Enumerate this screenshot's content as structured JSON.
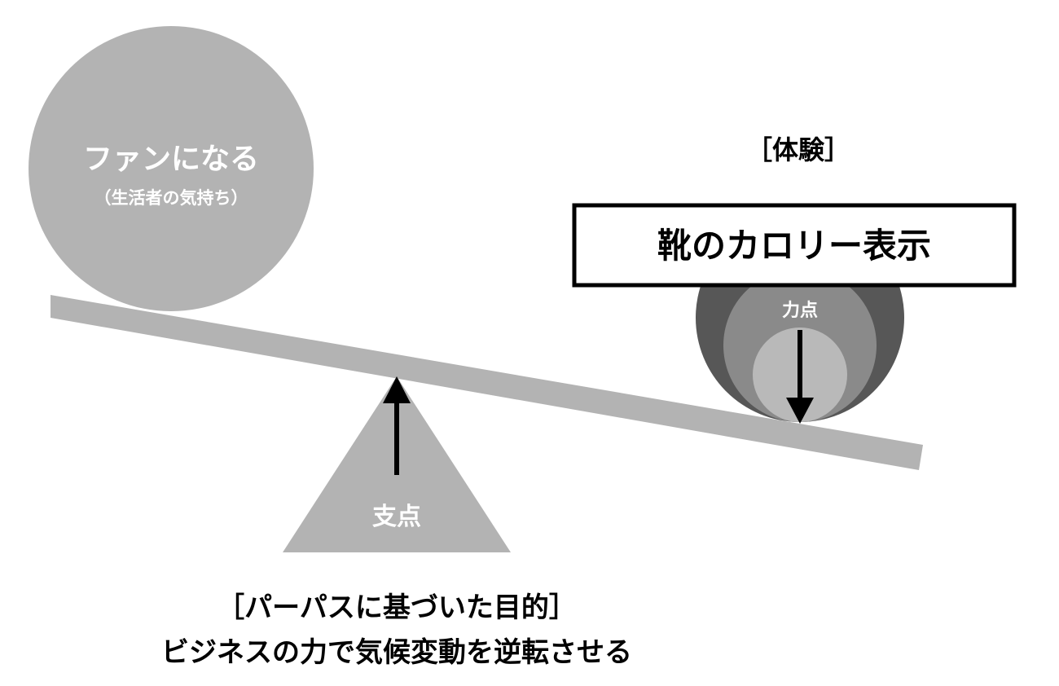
{
  "colors": {
    "grey": "#b3b3b3",
    "dark": "#575757",
    "mid": "#8a8a8a",
    "light": "#b9b9b9",
    "black": "#000000",
    "white": "#ffffff"
  },
  "load": {
    "title": "ファンになる",
    "subtitle": "（生活者の気持ち）"
  },
  "effort": {
    "bracket_label": "［体験］",
    "box_label": "靴のカロリー表示",
    "point_label": "力点"
  },
  "fulcrum": {
    "label": "支点",
    "bracket_label": "［パーパスに基づいた目的］",
    "caption": "ビジネスの力で気候変動を逆転させる"
  }
}
